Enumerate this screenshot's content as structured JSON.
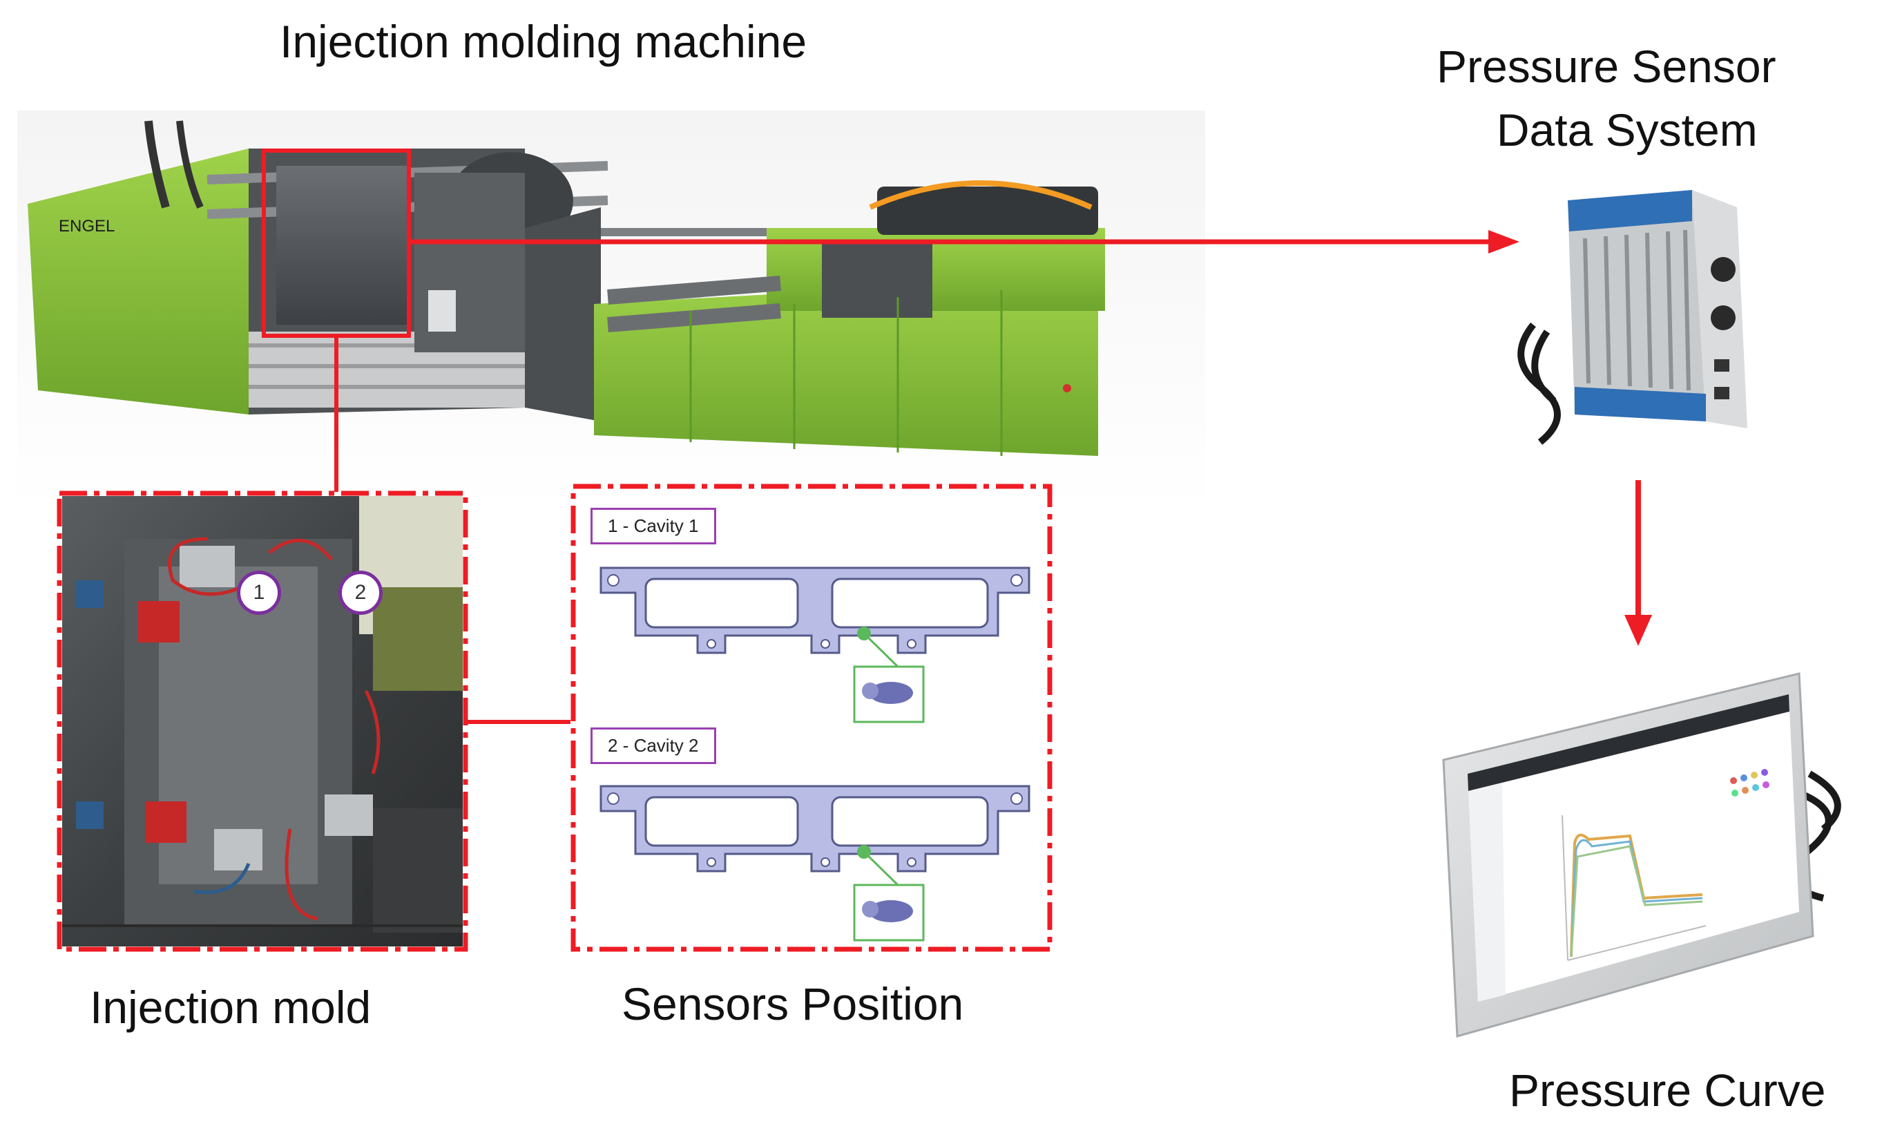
{
  "titles": {
    "machine": "Injection molding  machine",
    "sensor_line1": "Pressure Sensor",
    "sensor_line2": "Data System",
    "mold": "Injection mold",
    "position": "Sensors Position",
    "curve": "Pressure Curve"
  },
  "machine": {
    "brand": "ENGEL"
  },
  "cavities": [
    {
      "label": "1 - Cavity 1"
    },
    {
      "label": "2 - Cavity 2"
    }
  ],
  "mold_badges": [
    "1",
    "2"
  ],
  "colors": {
    "arrow": "#ee1c24",
    "machine_green": "#8cc63f",
    "part_fill": "#b9bde6",
    "sensor_green": "#5cb85c",
    "badge_purple": "#7b2f9e",
    "device_blue": "#2f6fb5"
  },
  "icons": {
    "machine": "injection-molding-machine-icon",
    "sensor_box": "pressure-sensor-box-icon",
    "monitor": "monitor-icon"
  }
}
